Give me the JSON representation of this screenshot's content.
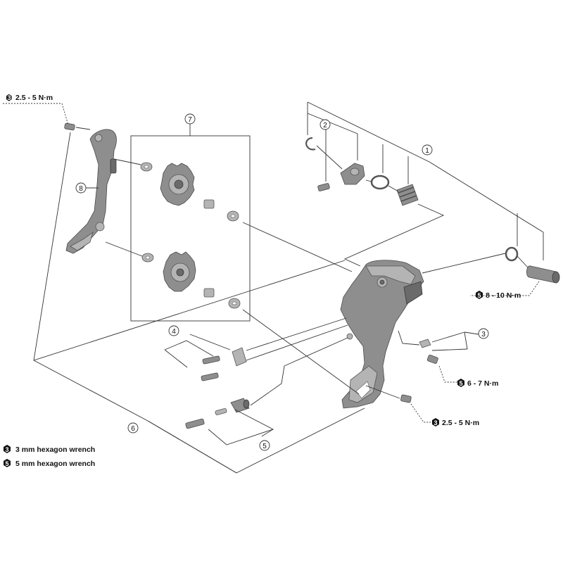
{
  "callouts": {
    "c1": "1",
    "c2": "2",
    "c3": "3",
    "c4": "4",
    "c5": "5",
    "c6": "6",
    "c7": "7",
    "c8": "8"
  },
  "torque": {
    "t_top_left": {
      "tool": "3",
      "value": "2.5 - 5 N·m"
    },
    "t_axle": {
      "tool": "5",
      "value": "8 - 10 N·m"
    },
    "t_stop": {
      "tool": "5",
      "value": "6 - 7 N·m"
    },
    "t_bottom": {
      "tool": "3",
      "value": "2.5 - 5 N·m"
    }
  },
  "legend": [
    {
      "tool": "3",
      "text": "3 mm hexagon wrench"
    },
    {
      "tool": "5",
      "text": "5 mm hexagon wrench"
    }
  ]
}
